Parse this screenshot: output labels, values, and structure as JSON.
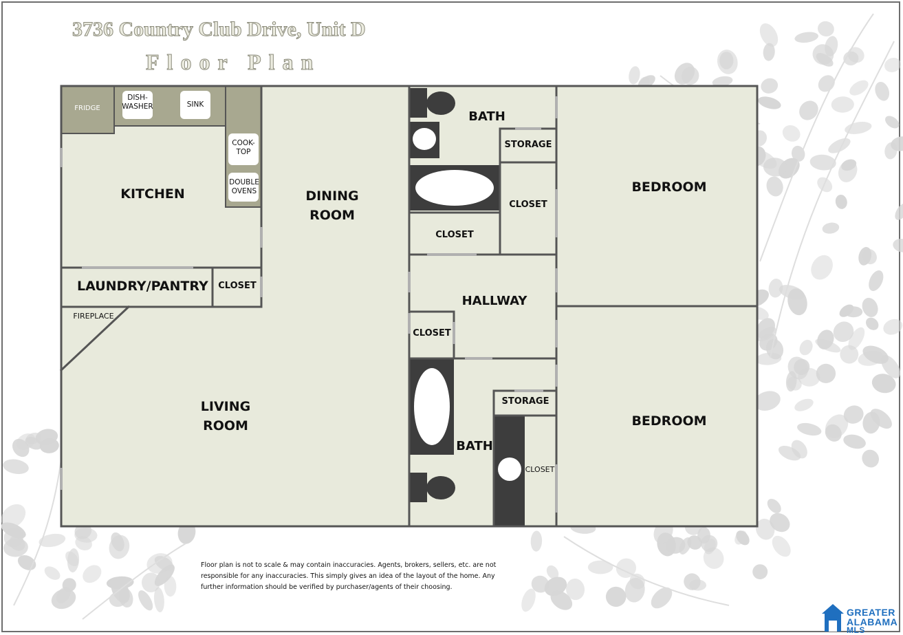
{
  "header": {
    "address": "3736 Country Club Drive, Unit D",
    "subtitle": "Floor Plan"
  },
  "rooms": {
    "kitchen": "KITCHEN",
    "dining_line1": "DINING",
    "dining_line2": "ROOM",
    "laundry": "LAUNDRY/PANTRY",
    "closet_laundry": "CLOSET",
    "fireplace": "FIREPLACE",
    "living_line1": "LIVING",
    "living_line2": "ROOM",
    "bath_top": "BATH",
    "storage_top": "STORAGE",
    "closet_mid_right": "CLOSET",
    "closet_mid_left": "CLOSET",
    "hallway": "HALLWAY",
    "closet_hall": "CLOSET",
    "storage_bottom": "STORAGE",
    "bath_bottom": "BATH",
    "closet_bottom": "CLOSET",
    "bedroom_top": "BEDROOM",
    "bedroom_bottom": "BEDROOM"
  },
  "fixtures": {
    "fridge": "FRIDGE",
    "dishwasher_line1": "DISH-",
    "dishwasher_line2": "WASHER",
    "sink": "SINK",
    "cooktop_line1": "COOK-",
    "cooktop_line2": "TOP",
    "ovens_line1": "DOUBLE",
    "ovens_line2": "OVENS"
  },
  "disclaimer": "Floor plan is not to scale & may contain inaccuracies. Agents, brokers, sellers, etc. are not responsible for any inaccuracies. This  simply gives an idea of the layout of the home. Any further information should be verified by purchaser/agents of their choosing.",
  "logo": {
    "icon": "house-icon",
    "line1": "GREATER",
    "line2": "ALABAMA",
    "line3": "MLS",
    "color": "#1f6fbf"
  },
  "colors": {
    "floor": "#e8eadc",
    "wall": "#555555",
    "counter": "#a8a890",
    "fixture_dark": "#3d3d3d",
    "door": "#b0b0b0"
  }
}
